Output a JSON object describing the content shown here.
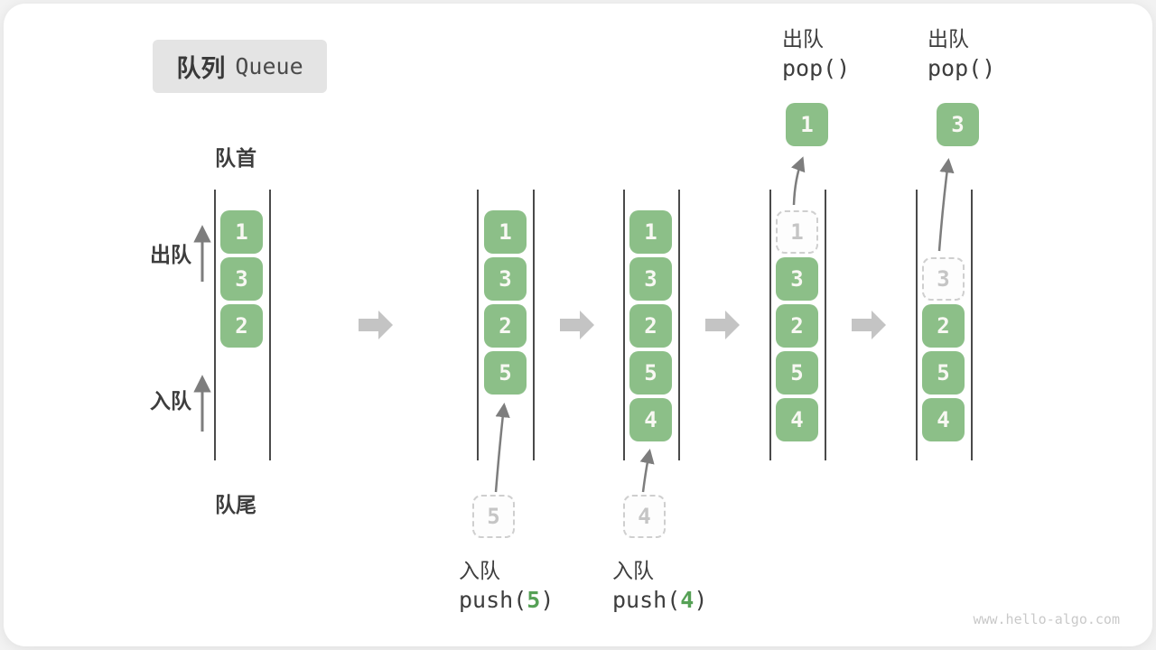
{
  "title": {
    "zh": "队列",
    "en": "Queue"
  },
  "side_labels": {
    "front": "队首",
    "rear": "队尾",
    "dequeue": "出队",
    "enqueue": "入队"
  },
  "watermark": "www.hello-algo.com",
  "colors": {
    "cell_green": "#8cbf88",
    "cell_text": "#f8f8f3",
    "code_arg_green": "#56a156",
    "container_line": "#4a4a4a",
    "flow_arrow_gray": "#c4c4c4",
    "thin_arrow_gray": "#7d7d7d",
    "dashed_border": "#cfcfcf",
    "dashed_text": "#c5c5c5",
    "title_bg": "#e4e4e4",
    "text_dark": "#3d3d3d",
    "watermark_gray": "#c9c9c9"
  },
  "states": [
    {
      "cells": [
        {
          "slot": 0,
          "value": "1",
          "style": "solid"
        },
        {
          "slot": 1,
          "value": "3",
          "style": "solid"
        },
        {
          "slot": 2,
          "value": "2",
          "style": "solid"
        }
      ]
    },
    {
      "cells": [
        {
          "slot": 0,
          "value": "1",
          "style": "solid"
        },
        {
          "slot": 1,
          "value": "3",
          "style": "solid"
        },
        {
          "slot": 2,
          "value": "2",
          "style": "solid"
        },
        {
          "slot": 3,
          "value": "5",
          "style": "solid"
        }
      ],
      "pending": {
        "value": "5"
      },
      "op": {
        "position": "bottom",
        "label": "入队",
        "code_prefix": "push(",
        "code_arg": "5",
        "code_suffix": ")"
      }
    },
    {
      "cells": [
        {
          "slot": 0,
          "value": "1",
          "style": "solid"
        },
        {
          "slot": 1,
          "value": "3",
          "style": "solid"
        },
        {
          "slot": 2,
          "value": "2",
          "style": "solid"
        },
        {
          "slot": 3,
          "value": "5",
          "style": "solid"
        },
        {
          "slot": 4,
          "value": "4",
          "style": "solid"
        }
      ],
      "pending": {
        "value": "4"
      },
      "op": {
        "position": "bottom",
        "label": "入队",
        "code_prefix": "push(",
        "code_arg": "4",
        "code_suffix": ")"
      }
    },
    {
      "cells": [
        {
          "slot": 0,
          "value": "1",
          "style": "dashed"
        },
        {
          "slot": 1,
          "value": "3",
          "style": "solid"
        },
        {
          "slot": 2,
          "value": "2",
          "style": "solid"
        },
        {
          "slot": 3,
          "value": "5",
          "style": "solid"
        },
        {
          "slot": 4,
          "value": "4",
          "style": "solid"
        }
      ],
      "popped": {
        "value": "1"
      },
      "op": {
        "position": "top",
        "label": "出队",
        "code_prefix": "pop()",
        "code_arg": "",
        "code_suffix": ""
      }
    },
    {
      "cells": [
        {
          "slot": 1,
          "value": "3",
          "style": "dashed"
        },
        {
          "slot": 2,
          "value": "2",
          "style": "solid"
        },
        {
          "slot": 3,
          "value": "5",
          "style": "solid"
        },
        {
          "slot": 4,
          "value": "4",
          "style": "solid"
        }
      ],
      "popped": {
        "value": "3"
      },
      "op": {
        "position": "top",
        "label": "出队",
        "code_prefix": "pop()",
        "code_arg": "",
        "code_suffix": ""
      }
    }
  ]
}
